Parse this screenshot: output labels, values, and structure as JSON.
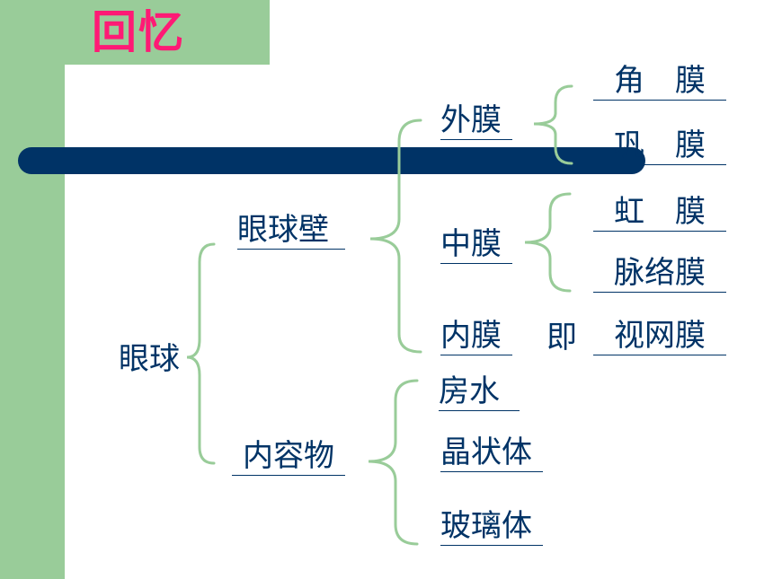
{
  "title": "回忆",
  "diagram": {
    "root": "眼球",
    "wall": {
      "label": "眼球壁",
      "outer": {
        "label": "外膜",
        "parts": [
          "角　膜",
          "巩　膜"
        ]
      },
      "middle": {
        "label": "中膜",
        "parts": [
          "虹　膜",
          "脉络膜"
        ]
      },
      "inner": {
        "label": "内膜",
        "connector": "即",
        "parts": [
          "视网膜"
        ]
      }
    },
    "contents": {
      "label": "内容物",
      "parts": [
        "房水",
        "晶状体",
        "玻璃体"
      ]
    }
  },
  "colors": {
    "accent_green": "#99cc99",
    "title_pink": "#ff1a75",
    "navy": "#003366",
    "bracket_green": "#99cc99"
  }
}
